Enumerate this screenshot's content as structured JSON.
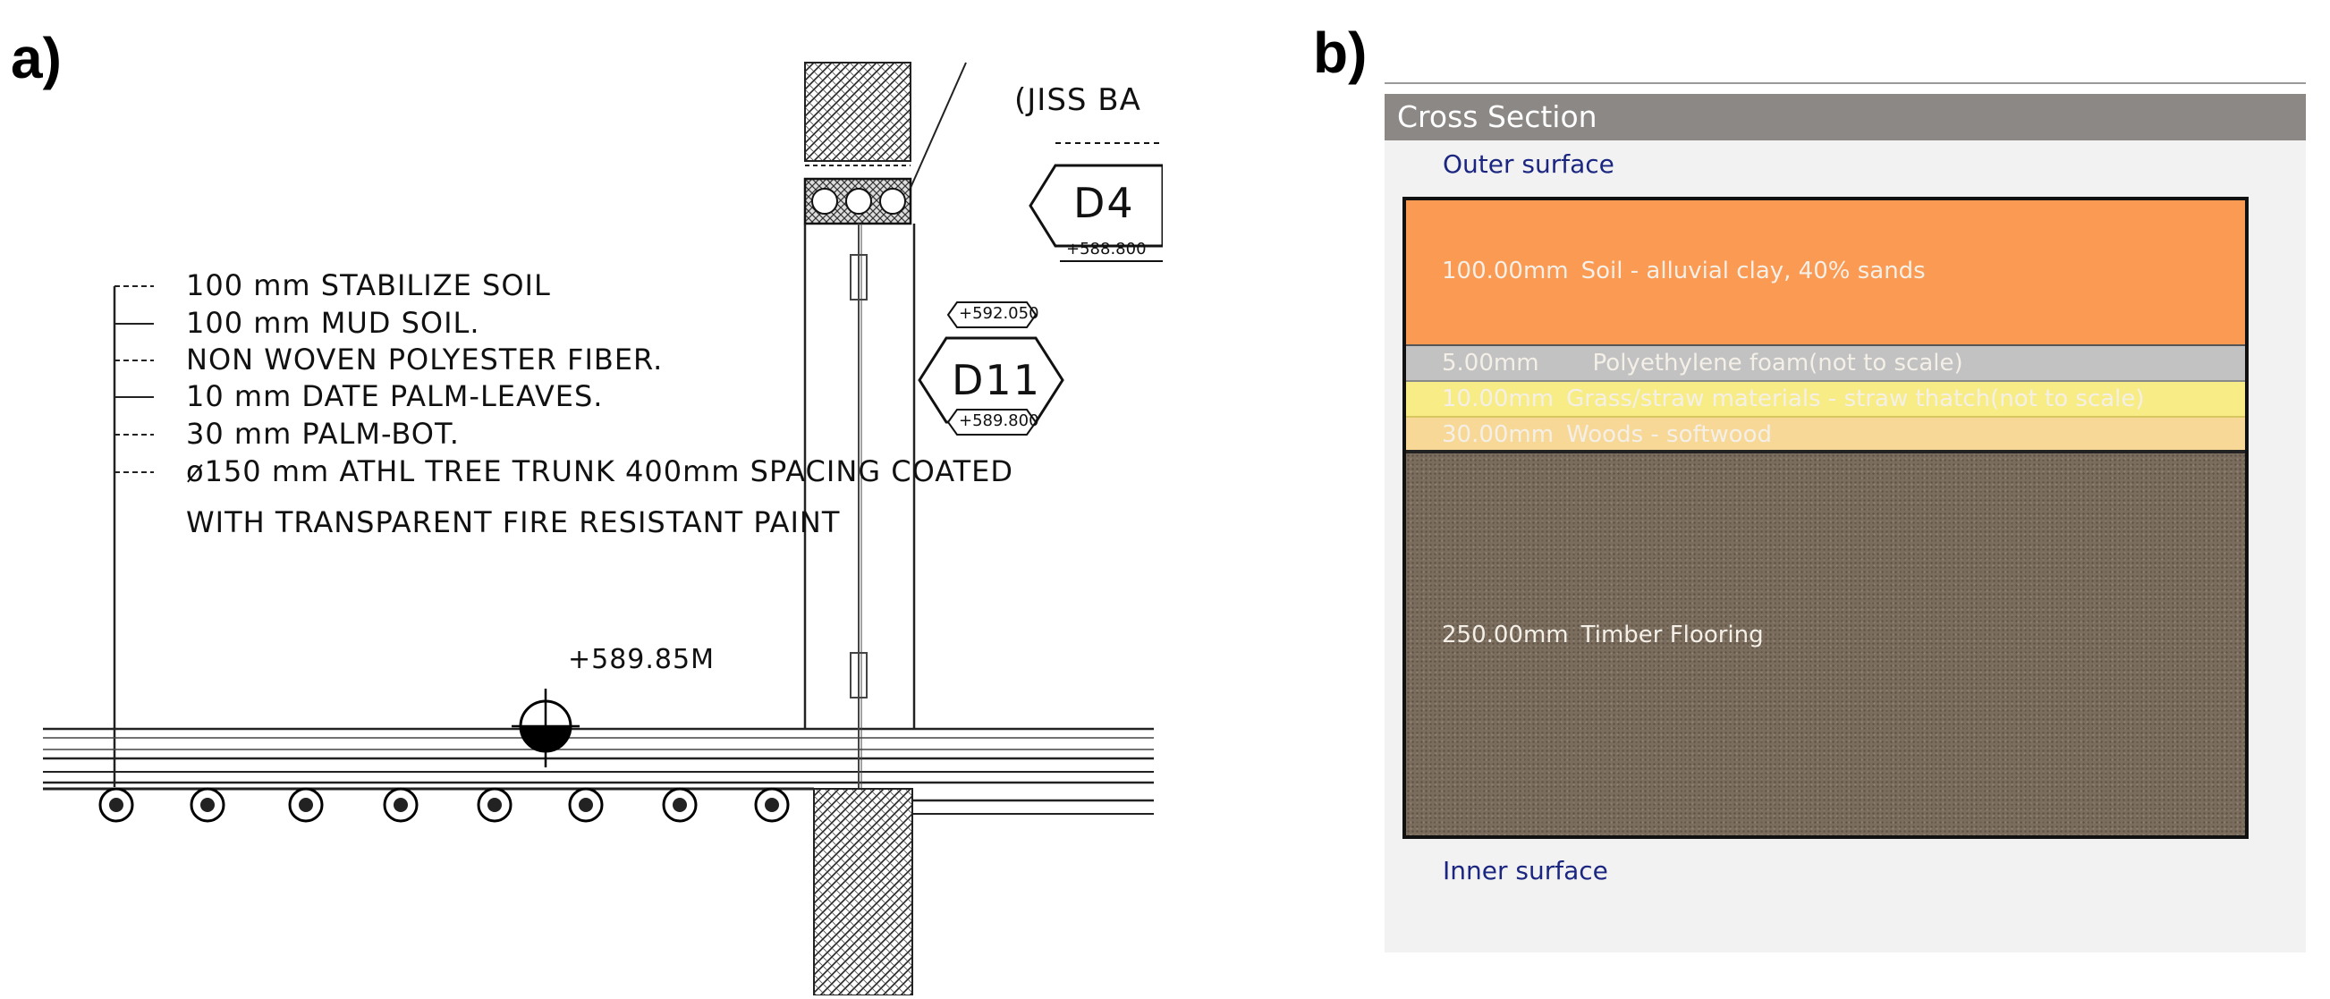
{
  "panels": {
    "a": {
      "letter": "a)"
    },
    "b": {
      "letter": "b)"
    }
  },
  "drawing": {
    "notes": [
      "100 mm STABILIZE SOIL",
      "100 mm MUD SOIL.",
      "NON WOVEN POLYESTER FIBER.",
      "10 mm DATE PALM-LEAVES.",
      "30 mm PALM-BOT.",
      "ø150 mm ATHL TREE TRUNK 400mm SPACING COATED",
      "WITH TRANSPARENT FIRE RESISTANT PAINT"
    ],
    "level_mark": "+589.85M",
    "tag_d11": {
      "label": "D11",
      "top": "+592.050",
      "bottom": "+589.800"
    },
    "tag_d4": {
      "label": "D4",
      "bottom": "+588.800"
    },
    "partial_text": "(JISS BA"
  },
  "cross_section": {
    "title": "Cross Section",
    "outer_surface": "Outer surface",
    "inner_surface": "Inner surface",
    "layers": [
      {
        "thickness": "100.00mm",
        "material": "Soil - alluvial clay, 40% sands",
        "color": "#fb9a52"
      },
      {
        "thickness": "5.00mm",
        "material": "Polyethylene foam(not to scale)",
        "color": "#c2c2c2"
      },
      {
        "thickness": "10.00mm",
        "material": "Grass/straw materials - straw thatch(not to scale)",
        "color": "#f7ec86"
      },
      {
        "thickness": "30.00mm",
        "material": "Woods - softwood",
        "color": "#f7d897"
      },
      {
        "thickness": "250.00mm",
        "material": "Timber Flooring",
        "color": "#7b6d5e"
      }
    ]
  }
}
